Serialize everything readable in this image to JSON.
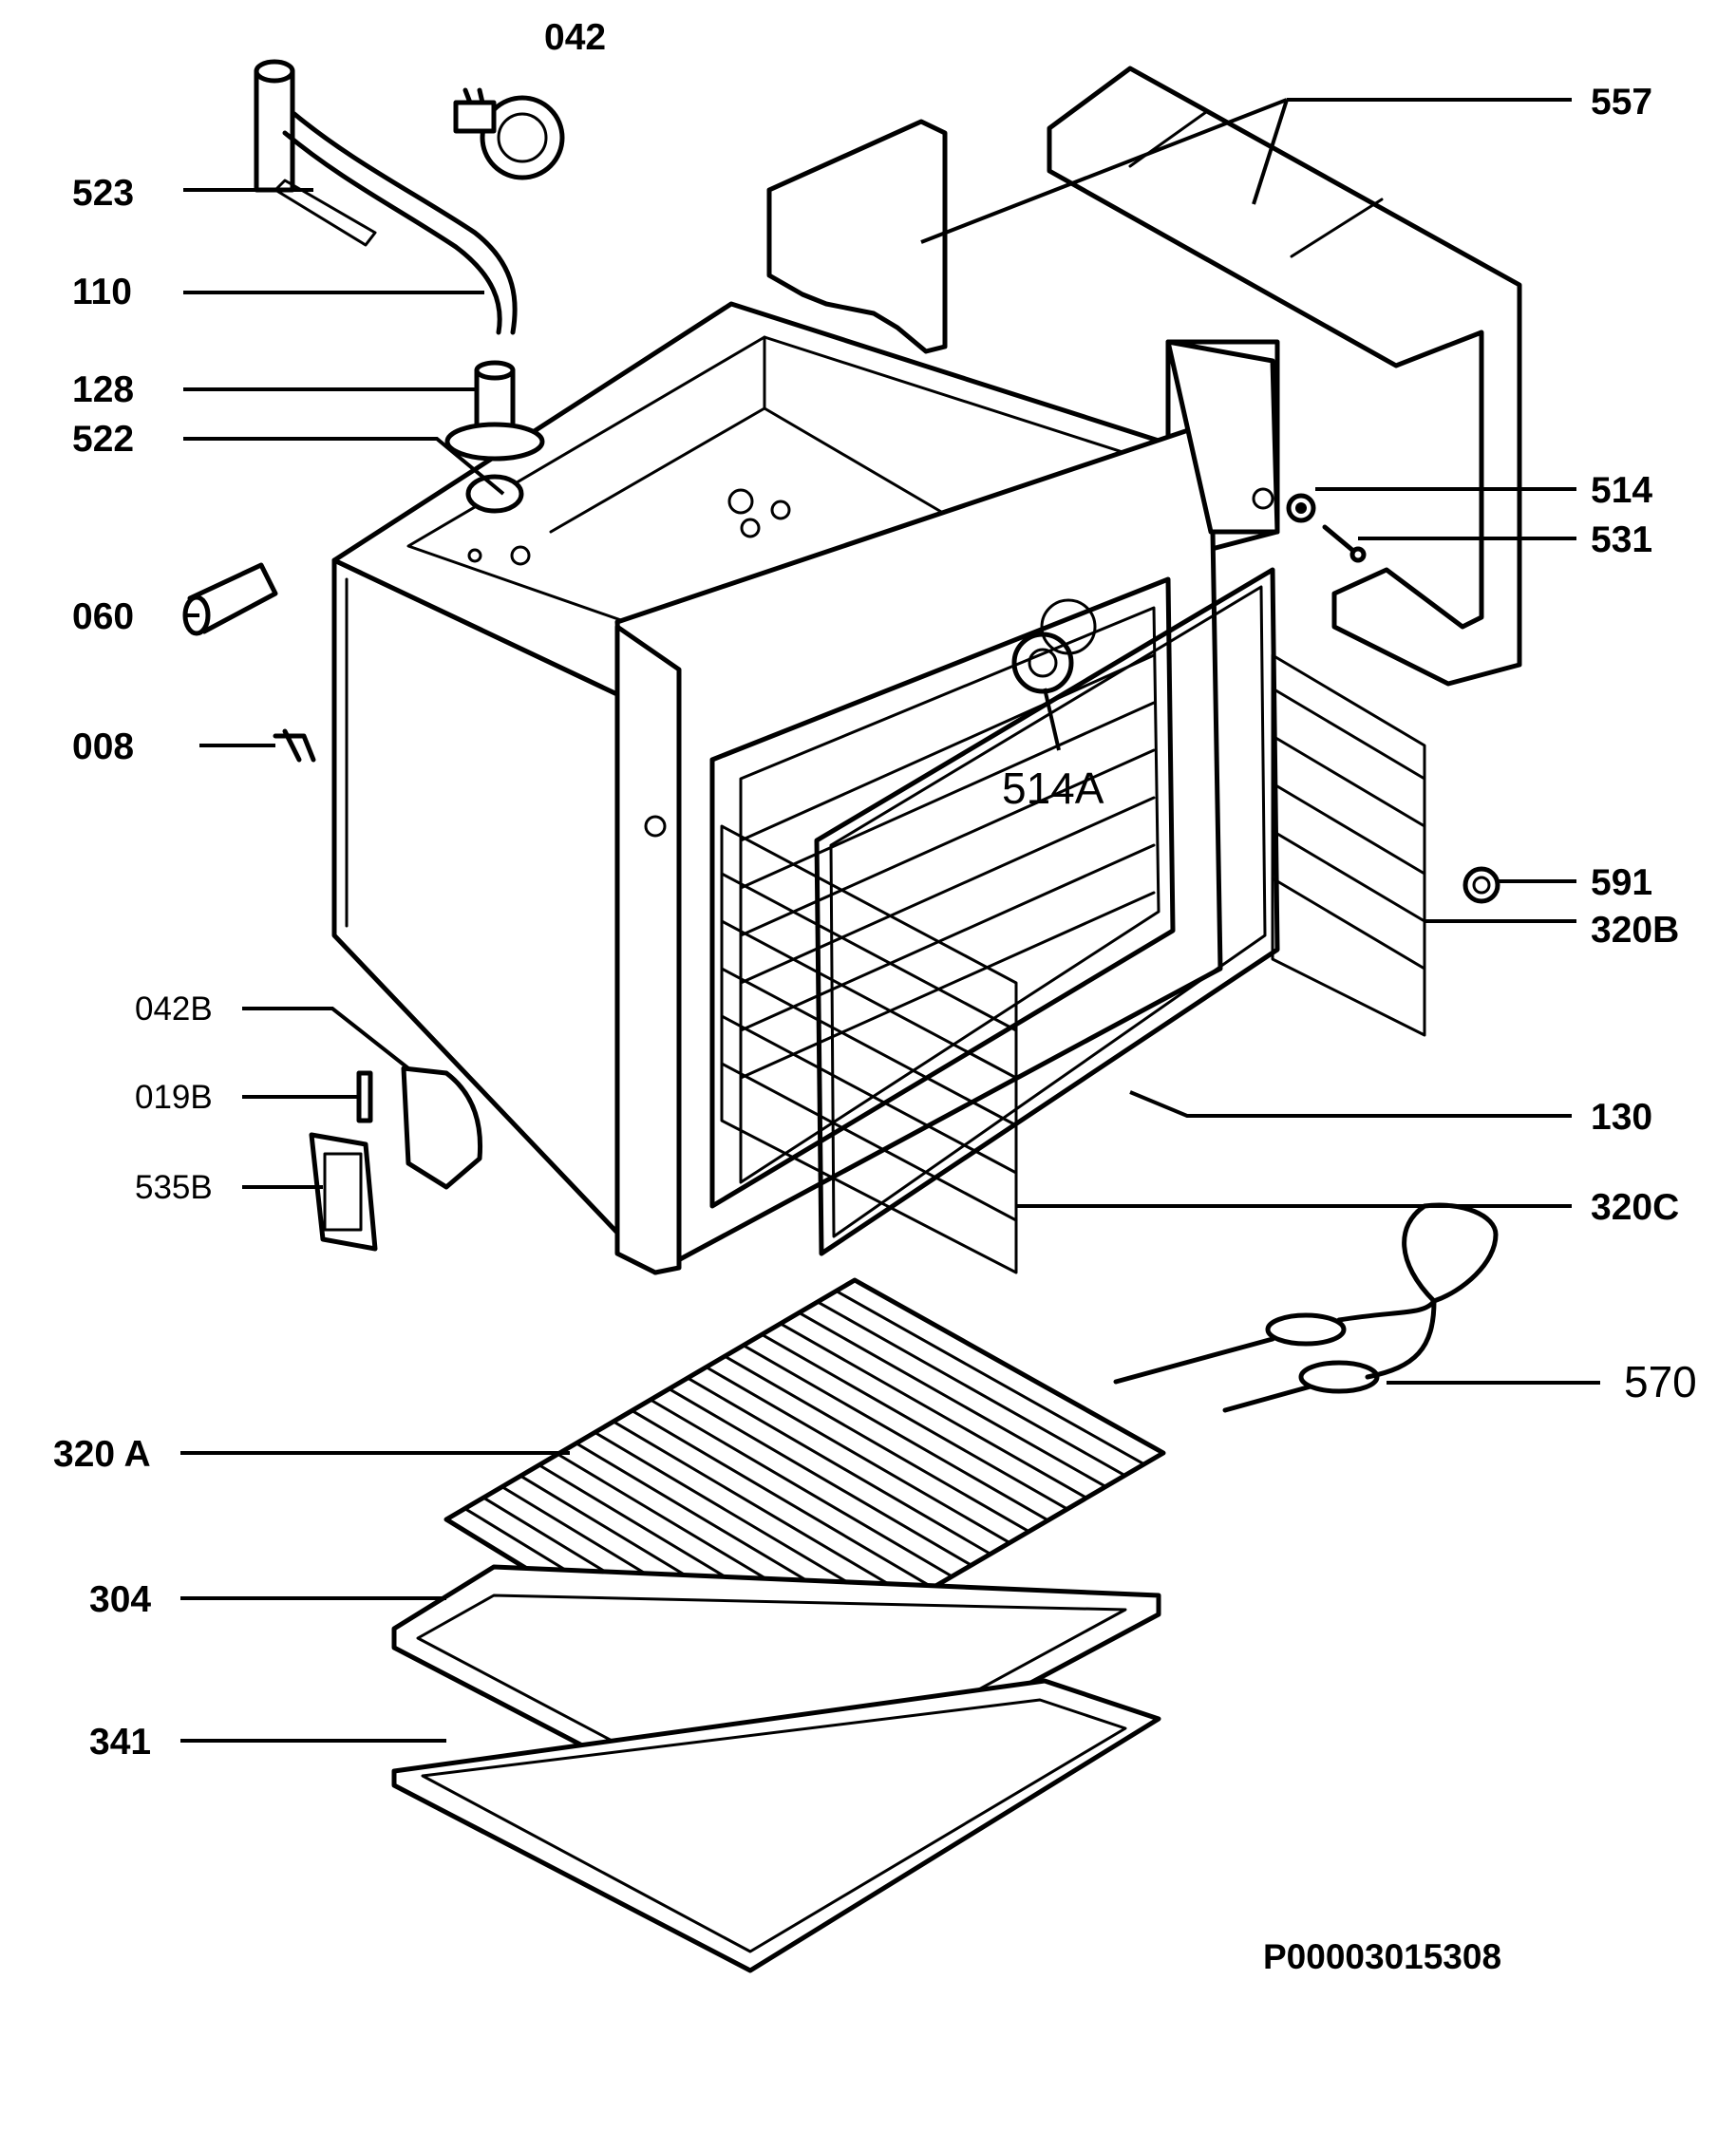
{
  "diagram": {
    "reference_code": "P00003015308",
    "labels": {
      "p042": "042",
      "p557": "557",
      "p523": "523",
      "p110": "110",
      "p128": "128",
      "p522": "522",
      "p514": "514",
      "p531": "531",
      "p060": "060",
      "p008": "008",
      "p514A": "514A",
      "p591": "591",
      "p320B": "320B",
      "p042B": "042B",
      "p019B": "019B",
      "p535B": "535B",
      "p130": "130",
      "p320C": "320C",
      "p570": "570",
      "p320A": "320 A",
      "p304": "304",
      "p341": "341"
    }
  }
}
